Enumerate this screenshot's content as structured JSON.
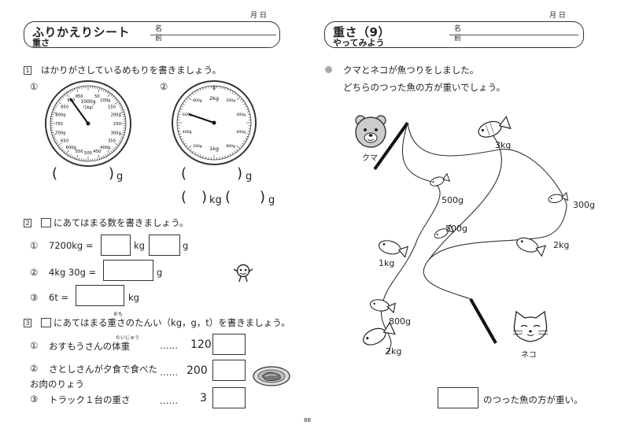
{
  "left": {
    "date_label": "月 日",
    "title": "ふりかえりシート",
    "subtitle": "重さ",
    "name_label_1": "名",
    "name_label_2": "前",
    "q1": {
      "num": "1",
      "instruction": "はかりがさしているめもりを書きましょう。",
      "item1_mark": "①",
      "item2_mark": "②",
      "dial1": {
        "center_label": "1000g",
        "unit_label": "（1kg）",
        "ticks": [
          "950",
          "900",
          "850",
          "800g",
          "750",
          "700g",
          "650",
          "600g",
          "550",
          "500",
          "450",
          "400g",
          "350",
          "300g",
          "250",
          "200g",
          "150",
          "100g",
          "50"
        ]
      },
      "dial2": {
        "top_label": "0",
        "upper_label": "2kg",
        "lower_label": "1kg",
        "right_labels": [
          "200g",
          "400g",
          "600g",
          "800g"
        ],
        "left_labels": [
          "200g",
          "400g",
          "600g",
          "800g"
        ]
      },
      "answer1_unit": "g",
      "answer2_unit": "g",
      "answer2b_unit1": "kg",
      "answer2b_unit2": "g"
    },
    "q2": {
      "num": "2",
      "instruction": "にあてはまる数を書きましょう。",
      "rows": [
        {
          "mark": "①",
          "lhs": "7200kg =",
          "u1": "kg",
          "u2": "g"
        },
        {
          "mark": "②",
          "lhs": "4kg 30g =",
          "u1": "g"
        },
        {
          "mark": "③",
          "lhs": "6t =",
          "u1": "kg"
        }
      ]
    },
    "q3": {
      "num": "3",
      "instruction": "にあてはまる重さのたんい（kg，g，t）を書きましょう。",
      "ruby": "おも",
      "rows": [
        {
          "mark": "①",
          "text": "おすもうさんの体重",
          "ruby": "たいじゅう",
          "dots": "……",
          "value": "120"
        },
        {
          "mark": "②",
          "text": "さとしさんが夕食で食べた",
          "text2": "お肉のりょう",
          "dots": "……",
          "value": "200"
        },
        {
          "mark": "③",
          "text": "トラック１台の重さ",
          "dots": "……",
          "value": "3"
        }
      ]
    },
    "page_number": "88"
  },
  "right": {
    "date_label": "月 日",
    "title": "重さ（9）",
    "subtitle": "やってみよう",
    "name_label_1": "名",
    "name_label_2": "前",
    "intro1": "クマとネコが魚つりをしました。",
    "intro2": "どちらのつった魚の方が重いでしょう。",
    "bear_label": "クマ",
    "cat_label": "ネコ",
    "fish": [
      "3kg",
      "500g",
      "300g",
      "500g",
      "2kg",
      "1kg",
      "800g",
      "2kg"
    ],
    "answer_suffix": "のつった魚の方が重い。"
  }
}
